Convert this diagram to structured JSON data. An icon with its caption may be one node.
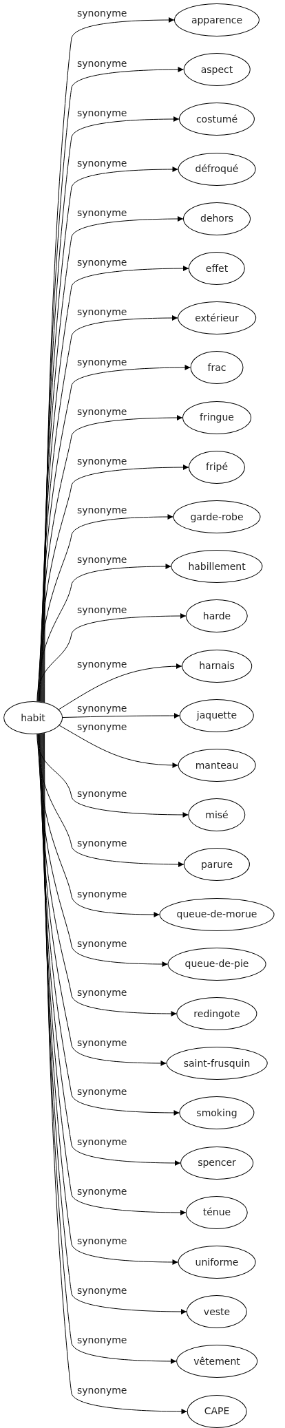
{
  "diagram": {
    "nodes": [
      {
        "text": [
          "habit"
        ]
      },
      {
        "text": [
          "apparence"
        ]
      },
      {
        "text": [
          "aspect"
        ]
      },
      {
        "text": [
          "costumé"
        ]
      },
      {
        "text": [
          "défroqué"
        ]
      },
      {
        "text": [
          "dehors"
        ]
      },
      {
        "text": [
          "effet"
        ]
      },
      {
        "text": [
          "extérieur"
        ]
      },
      {
        "text": [
          "frac"
        ]
      },
      {
        "text": [
          "fringue"
        ]
      },
      {
        "text": [
          "fripé"
        ]
      },
      {
        "text": [
          "garde-robe"
        ]
      },
      {
        "text": [
          "habillement"
        ]
      },
      {
        "text": [
          "harde"
        ]
      },
      {
        "text": [
          "harnais"
        ]
      },
      {
        "text": [
          "jaquette"
        ]
      },
      {
        "text": [
          "manteau"
        ]
      },
      {
        "text": [
          "misé"
        ]
      },
      {
        "text": [
          "parure"
        ]
      },
      {
        "text": [
          "queue-de-morue"
        ]
      },
      {
        "text": [
          "queue-de-pie"
        ]
      },
      {
        "text": [
          "redingote"
        ]
      },
      {
        "text": [
          "saint-frusquin"
        ]
      },
      {
        "text": [
          "smoking"
        ]
      },
      {
        "text": [
          "spencer"
        ]
      },
      {
        "text": [
          "ténue"
        ]
      },
      {
        "text": [
          "uniforme"
        ]
      },
      {
        "text": [
          "veste"
        ]
      },
      {
        "text": [
          "vêtement"
        ]
      },
      {
        "text": [
          "CAPE"
        ]
      }
    ],
    "edges": [
      {
        "from": 0,
        "to": 1,
        "arrow": "to",
        "label": "synonyme"
      },
      {
        "from": 0,
        "to": 2,
        "arrow": "to",
        "label": "synonyme"
      },
      {
        "from": 0,
        "to": 3,
        "arrow": "to",
        "label": "synonyme"
      },
      {
        "from": 0,
        "to": 4,
        "arrow": "to",
        "label": "synonyme"
      },
      {
        "from": 0,
        "to": 5,
        "arrow": "to",
        "label": "synonyme"
      },
      {
        "from": 0,
        "to": 6,
        "arrow": "to",
        "label": "synonyme"
      },
      {
        "from": 0,
        "to": 7,
        "arrow": "to",
        "label": "synonyme"
      },
      {
        "from": 0,
        "to": 8,
        "arrow": "to",
        "label": "synonyme"
      },
      {
        "from": 0,
        "to": 9,
        "arrow": "to",
        "label": "synonyme"
      },
      {
        "from": 0,
        "to": 10,
        "arrow": "to",
        "label": "synonyme"
      },
      {
        "from": 0,
        "to": 11,
        "arrow": "to",
        "label": "synonyme"
      },
      {
        "from": 0,
        "to": 12,
        "arrow": "to",
        "label": "synonyme"
      },
      {
        "from": 0,
        "to": 13,
        "arrow": "to",
        "label": "synonyme"
      },
      {
        "from": 0,
        "to": 14,
        "arrow": "to",
        "label": "synonyme"
      },
      {
        "from": 0,
        "to": 15,
        "arrow": "to",
        "label": "synonyme"
      },
      {
        "from": 0,
        "to": 16,
        "arrow": "to",
        "label": "synonyme"
      },
      {
        "from": 0,
        "to": 17,
        "arrow": "to",
        "label": "synonyme"
      },
      {
        "from": 0,
        "to": 18,
        "arrow": "to",
        "label": "synonyme"
      },
      {
        "from": 0,
        "to": 19,
        "arrow": "to",
        "label": "synonyme"
      },
      {
        "from": 0,
        "to": 20,
        "arrow": "to",
        "label": "synonyme"
      },
      {
        "from": 0,
        "to": 21,
        "arrow": "to",
        "label": "synonyme"
      },
      {
        "from": 0,
        "to": 22,
        "arrow": "to",
        "label": "synonyme"
      },
      {
        "from": 0,
        "to": 23,
        "arrow": "to",
        "label": "synonyme"
      },
      {
        "from": 0,
        "to": 24,
        "arrow": "to",
        "label": "synonyme"
      },
      {
        "from": 0,
        "to": 25,
        "arrow": "to",
        "label": "synonyme"
      },
      {
        "from": 0,
        "to": 26,
        "arrow": "to",
        "label": "synonyme"
      },
      {
        "from": 0,
        "to": 27,
        "arrow": "to",
        "label": "synonyme"
      },
      {
        "from": 0,
        "to": 28,
        "arrow": "to",
        "label": "synonyme"
      },
      {
        "from": 0,
        "to": 29,
        "arrow": "to",
        "label": "synonyme"
      }
    ]
  }
}
